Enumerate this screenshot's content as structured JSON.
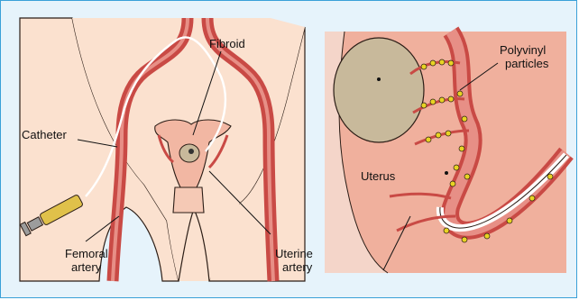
{
  "labels": {
    "fibroid": "Fibroid",
    "catheter": "Catheter",
    "femoral_artery_line1": "Femoral",
    "femoral_artery_line2": "artery",
    "uterine_artery_line1": "Uterine",
    "uterine_artery_line2": "artery",
    "uterus": "Uterus",
    "particles_line1": "Polyvinyl",
    "particles_line2": "particles"
  },
  "colors": {
    "background": "#e6f3fb",
    "border": "#3aa0d8",
    "skin": "#fbe1cf",
    "tissue": "#f2b7a3",
    "artery": "#c94a45",
    "vessel_light": "#e78f86",
    "fibroid": "#c8b99b",
    "particles": "#e8d324",
    "syringe": "#e0c14a"
  }
}
